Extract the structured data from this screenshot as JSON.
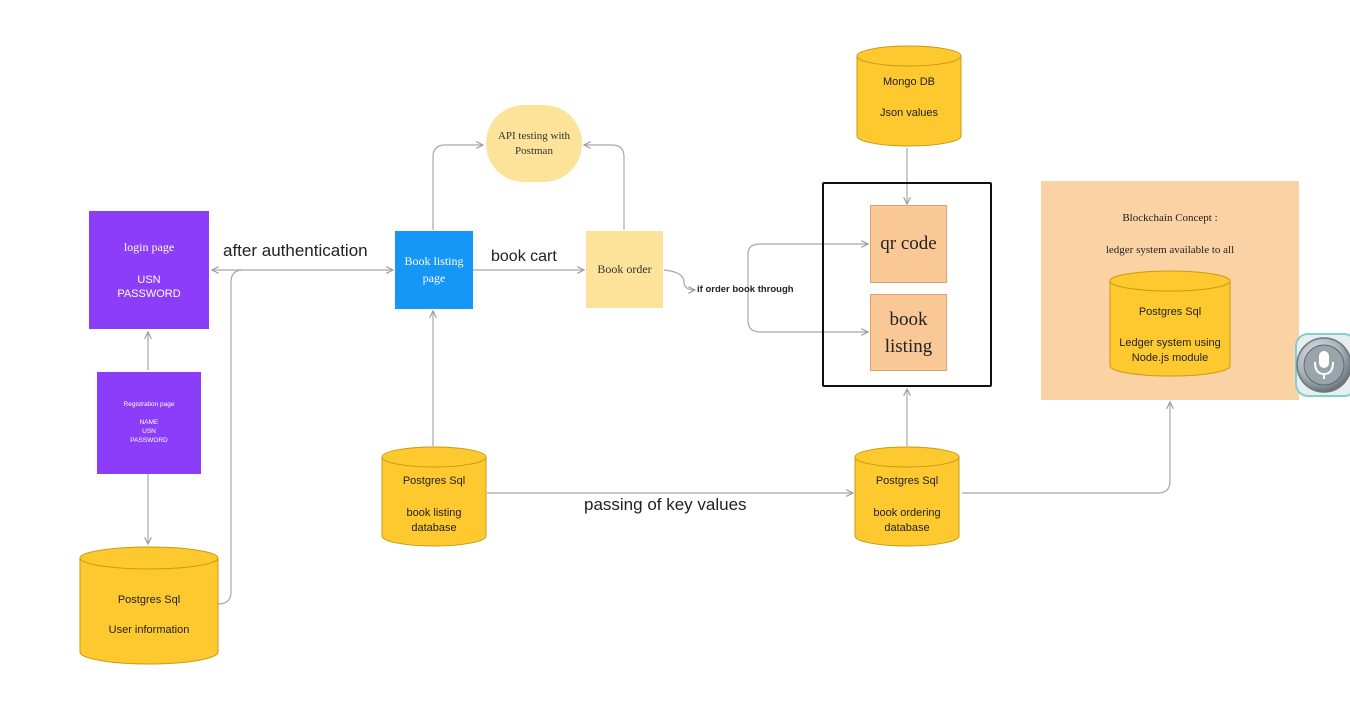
{
  "login": {
    "title": "login page",
    "field1": "USN",
    "field2": "PASSWORD"
  },
  "registration": {
    "title": "Registration page",
    "field1": "NAME",
    "field2": "USN",
    "field3": "PASSWORD"
  },
  "user_db": {
    "line1": "Postgres Sql",
    "line2": "User information"
  },
  "auth_label": "after authentication",
  "book_listing_page": {
    "line1": "Book listing",
    "line2": "page"
  },
  "book_cart_label": "book cart",
  "book_order": "Book order",
  "api_testing": {
    "line1": "API testing with",
    "line2": "Postman"
  },
  "listing_db": {
    "line1": "Postgres Sql",
    "line2": "book listing",
    "line3": "database"
  },
  "passing_label": "passing of key values",
  "ordering_db": {
    "line1": "Postgres Sql",
    "line2": "book ordering",
    "line3": "database"
  },
  "order_through_label": "if order book through",
  "qr_code": "qr code",
  "book_listing_box": {
    "line1": "book",
    "line2": "listing"
  },
  "mongo": {
    "line1": "Mongo DB",
    "line2": "Json values"
  },
  "blockchain": {
    "title": "Blockchain Concept :",
    "subtitle": "ledger system available to all",
    "db_line1": "Postgres Sql",
    "db_line2": "Ledger system using",
    "db_line3": "Node.js module"
  },
  "colors": {
    "purple": "#8b3dfa",
    "blue": "#1597f7",
    "light_yellow": "#fde39a",
    "cylinder_yellow": "#fdc92e",
    "orange": "#f9c896",
    "peach_panel": "#fbd2a3",
    "connector": "#a8a8a8"
  },
  "icons": [
    "microphone-icon"
  ]
}
